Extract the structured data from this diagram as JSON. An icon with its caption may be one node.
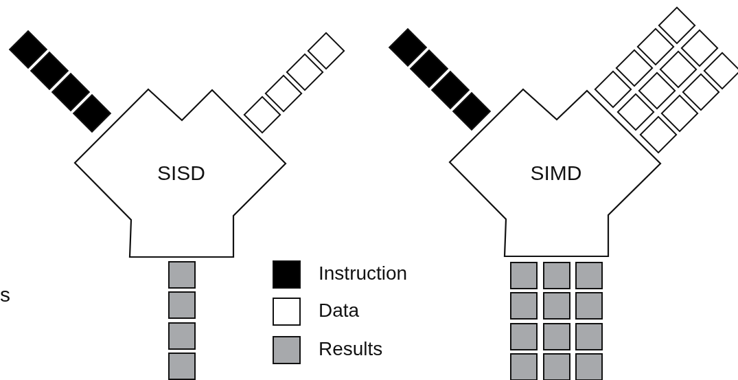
{
  "diagram": {
    "nodes": [
      {
        "text": [
          "SISD"
        ]
      },
      {
        "text": [
          "SIMD"
        ]
      }
    ],
    "labels": [
      "s"
    ],
    "legend": [
      {
        "text": "Instruction",
        "color": "#000000"
      },
      {
        "text": "Data",
        "color": "#ffffff"
      },
      {
        "text": "Results",
        "color": "#a7a9ac"
      }
    ]
  }
}
